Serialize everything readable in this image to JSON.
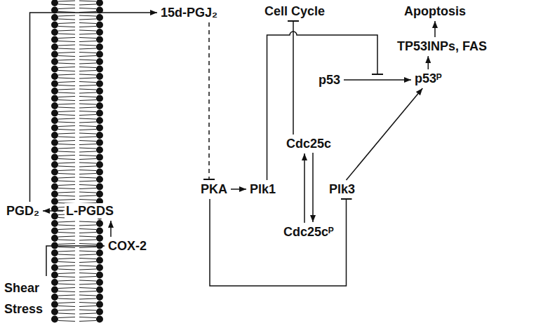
{
  "diagram": {
    "nodes": [
      {
        "text": [
          "15d-PGJ₂"
        ]
      },
      {
        "text": [
          "Cell Cycle"
        ]
      },
      {
        "text": [
          "Apoptosis"
        ]
      },
      {
        "text": [
          "TP53INPs, FAS"
        ]
      },
      {
        "text": [
          "p53"
        ]
      },
      {
        "text": [
          "p53ᴾ"
        ]
      },
      {
        "text": [
          "Cdc25c"
        ]
      },
      {
        "text": [
          "PGD₂"
        ]
      },
      {
        "text": [
          "L-PGDS"
        ]
      },
      {
        "text": [
          "PKA"
        ]
      },
      {
        "text": [
          "Plk1"
        ]
      },
      {
        "text": [
          "Plk3"
        ]
      },
      {
        "text": [
          "Cdc25cᴾ"
        ]
      },
      {
        "text": [
          "COX-2"
        ]
      },
      {
        "text": [
          "Shear Stress"
        ]
      }
    ],
    "edges": [
      {
        "from": 7,
        "to": 0,
        "arrow": "to"
      },
      {
        "from": 8,
        "to": 7,
        "arrow": "to"
      },
      {
        "from": 13,
        "to": 8,
        "arrow": "to"
      },
      {
        "from": 14,
        "to": 13,
        "arrow": "to"
      },
      {
        "from": 0,
        "to": 9,
        "arrow": "to"
      },
      {
        "from": 9,
        "to": 10,
        "arrow": "to"
      },
      {
        "from": 9,
        "to": 11,
        "arrow": "to"
      },
      {
        "from": 10,
        "to": 5,
        "arrow": "to"
      },
      {
        "from": 6,
        "to": 1,
        "arrow": "to"
      },
      {
        "from": 4,
        "to": 5,
        "arrow": "to"
      },
      {
        "from": 5,
        "to": 3,
        "arrow": "to"
      },
      {
        "from": 3,
        "to": 2,
        "arrow": "to"
      },
      {
        "from": 11,
        "to": 5,
        "arrow": "to"
      },
      {
        "from": 12,
        "to": 6,
        "arrow": "to"
      },
      {
        "from": 6,
        "to": 12,
        "arrow": "to"
      }
    ]
  }
}
